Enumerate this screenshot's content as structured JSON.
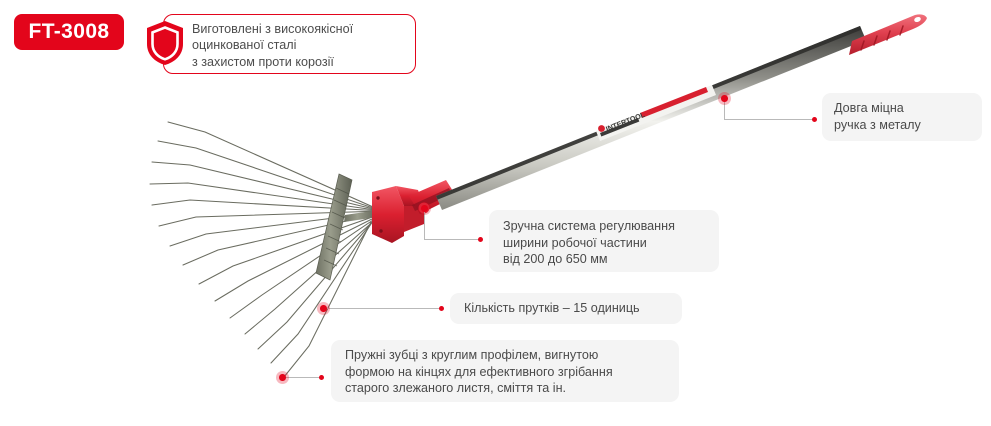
{
  "product": {
    "sku_label": "FT-3008",
    "brand_on_handle": "INTERTOOL"
  },
  "colors": {
    "brand_red": "#e3051b",
    "callout_bg": "#f4f4f4",
    "callout_text": "#4a4a4a",
    "connector_line": "#b9b9b9"
  },
  "callouts": {
    "material": {
      "icon": "shield-icon",
      "text": "Виготовлені з високоякісної\nоцинкованої сталі\nз захистом проти корозії"
    },
    "handle": {
      "text": "Довга міцна\nручка з металу"
    },
    "width_adjust": {
      "text": "Зручна система регулювання\nширини робочої частини\nвід 200 до 650 мм"
    },
    "tine_count": {
      "text": "Кількість прутків – 15 одиниць"
    },
    "teeth": {
      "text": "Пружні зубці з круглим профілем, вигнутою\nформою на кінцях для ефективного згрібання\nстарого злежаного листя, сміття та ін."
    }
  }
}
